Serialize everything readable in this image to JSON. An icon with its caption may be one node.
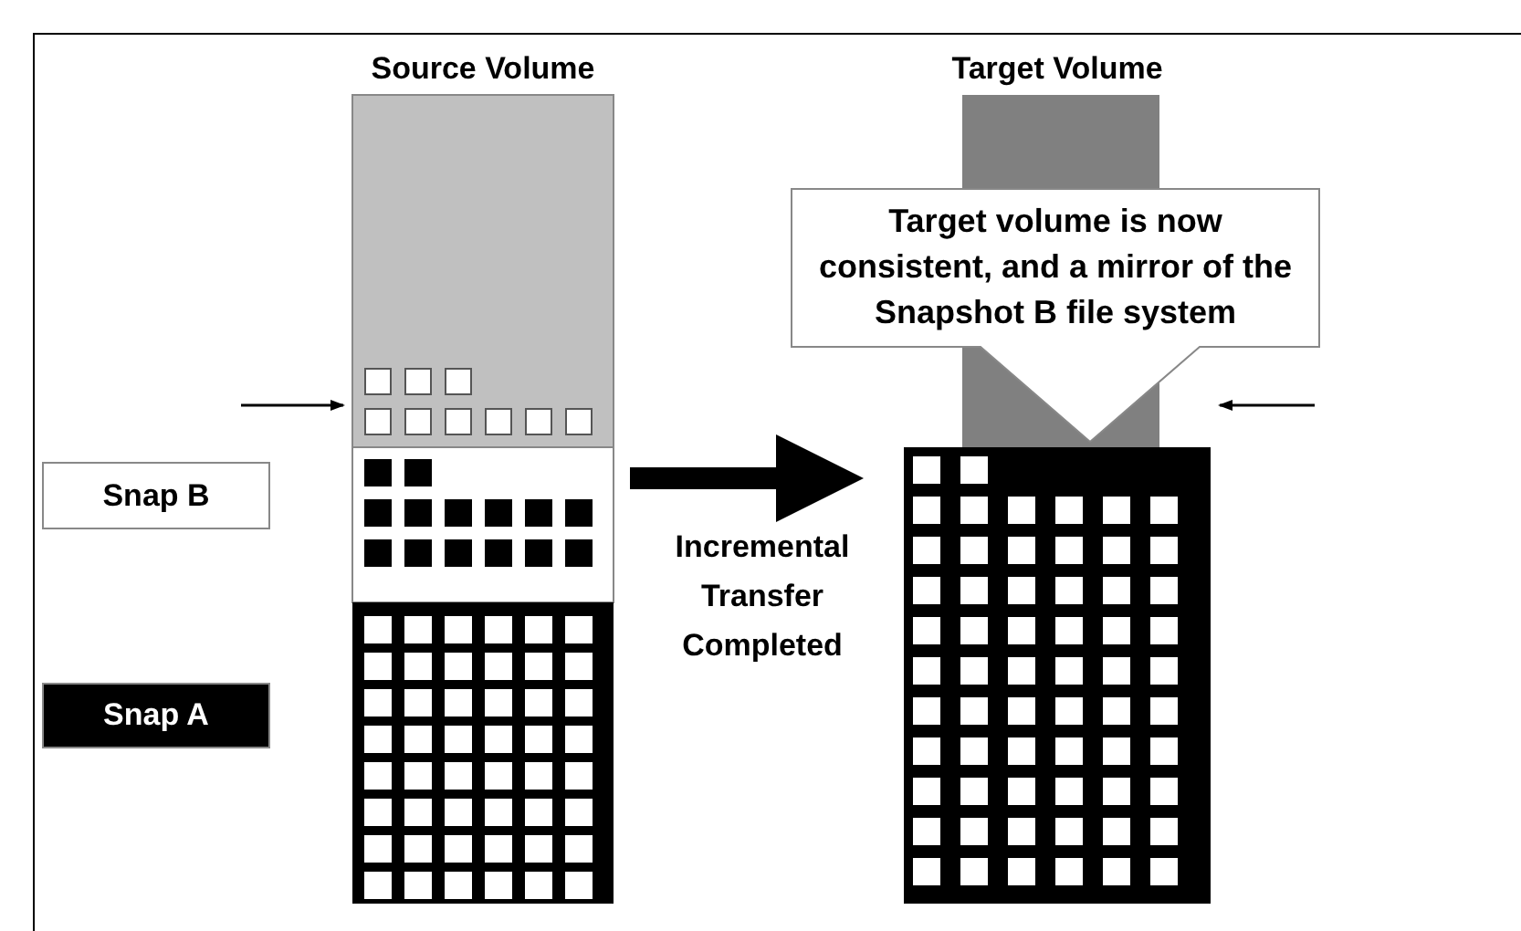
{
  "diagram": {
    "nodes": [
      {
        "text": [
          "Source Volume"
        ]
      },
      {
        "text": [
          "Snap B"
        ]
      },
      {
        "text": [
          "Snap A"
        ]
      },
      {
        "text": [
          "Target Volume"
        ]
      },
      {
        "text": [
          "Target volume is now consistent, and a mirror of the Snapshot B file system"
        ]
      }
    ],
    "edges": [
      {
        "from": 0,
        "to": 3,
        "arrow": "to",
        "label": "Incremental Transfer Completed",
        "style": "thick"
      },
      {
        "from": null,
        "to": 0,
        "arrow": "to"
      },
      {
        "from": null,
        "to": 3,
        "arrow": "to"
      }
    ]
  }
}
